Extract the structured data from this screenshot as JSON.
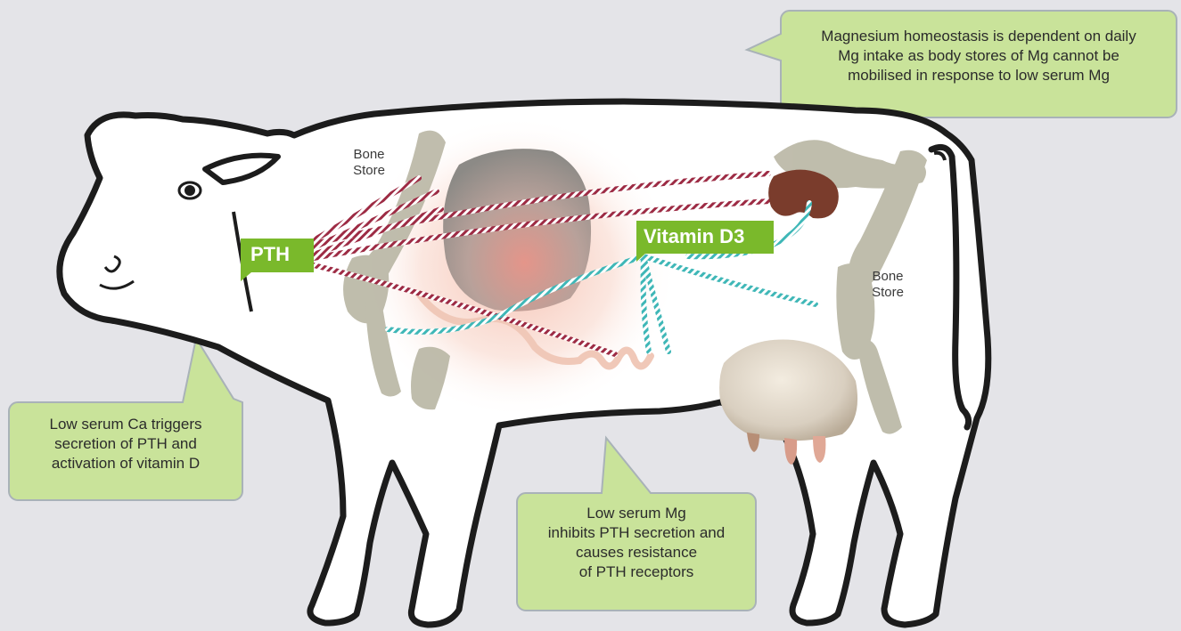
{
  "colors": {
    "background": "#e4e4e8",
    "callout_fill": "#c9e39a",
    "callout_border": "#a9b2b8",
    "tag_green": "#7ab92b",
    "pth_pathway": "#9d2b44",
    "vitamin_d_pathway": "#3fb7b7",
    "bone": "#b9b6a4",
    "kidney": "#7a3c2c",
    "cow_outline": "#1c1c1c"
  },
  "labels": {
    "pth": "PTH",
    "vitamin_d3": "Vitamin D3",
    "bone_store_front": "Bone\nStore",
    "bone_store_rear": "Bone\nStore"
  },
  "callouts": {
    "magnesium": "Magnesium homeostasis is dependent on daily\nMg intake as body stores of Mg cannot be\nmobilised in response to low serum Mg",
    "calcium": "Low serum Ca triggers\nsecretion of PTH and\nactivation of vitamin D",
    "low_mg": "Low serum Mg\ninhibits PTH secretion and\ncauses resistance\nof PTH receptors"
  },
  "icons": {
    "organs": [
      "rumen-icon",
      "intestine-icon",
      "kidney-icon",
      "udder-icon"
    ],
    "bones": [
      "front-bone-icon",
      "rear-bone-icon"
    ]
  }
}
